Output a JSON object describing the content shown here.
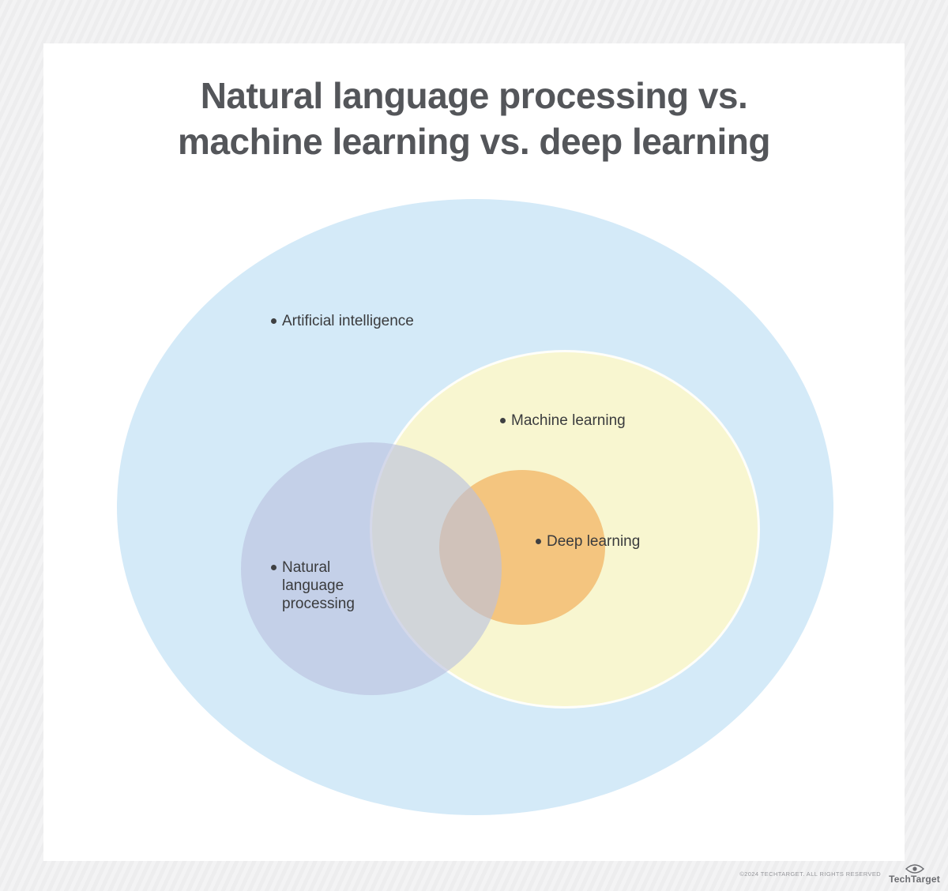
{
  "title": {
    "line1": "Natural language processing vs.",
    "line2": "machine learning vs. deep learning"
  },
  "venn": {
    "ai": {
      "label": "Artificial intelligence",
      "color": "#d4eaf8"
    },
    "ml": {
      "label": "Machine learning",
      "color": "#f9f7d6"
    },
    "nlp": {
      "label": "Natural language processing",
      "color": "#c3cde6"
    },
    "dl": {
      "label": "Deep learning",
      "color": "#f3c48b"
    }
  },
  "footer": {
    "copyright": "©2024 TECHTARGET. ALL RIGHTS RESERVED",
    "brand": "TechTarget"
  }
}
